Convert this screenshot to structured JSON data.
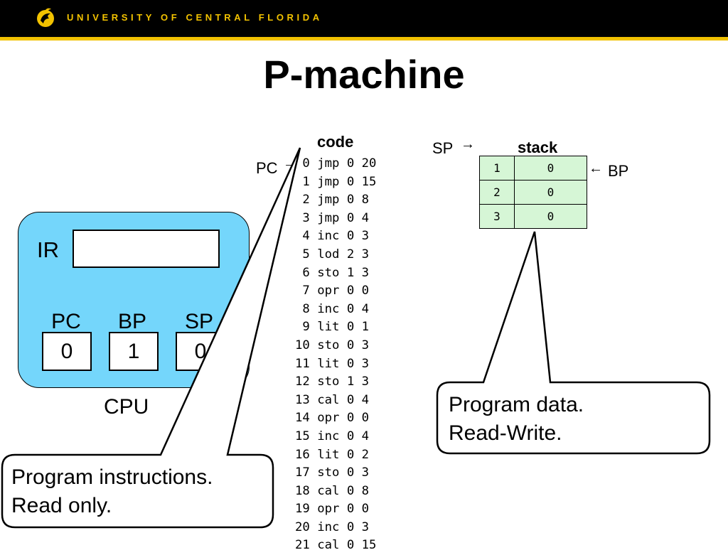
{
  "header": {
    "university_name": "UNIVERSITY OF CENTRAL FLORIDA",
    "colors": {
      "bar": "#000000",
      "accent": "#f2c200"
    },
    "logo_icon": "pegasus-logo-icon"
  },
  "title": "P-machine",
  "cpu": {
    "label": "CPU",
    "ir_label": "IR",
    "ir_value": "",
    "registers": [
      {
        "label": "PC",
        "value": "0"
      },
      {
        "label": "BP",
        "value": "1"
      },
      {
        "label": "SP",
        "value": "0"
      }
    ],
    "color": "#74d6fb"
  },
  "code": {
    "header": "code",
    "pc_label": "PC",
    "arrow": "→",
    "lines": [
      " 0 jmp 0 20",
      " 1 jmp 0 15",
      " 2 jmp 0 8",
      " 3 jmp 0 4",
      " 4 inc 0 3",
      " 5 lod 2 3",
      " 6 sto 1 3",
      " 7 opr 0 0",
      " 8 inc 0 4",
      " 9 lit 0 1",
      "10 sto 0 3",
      "11 lit 0 3",
      "12 sto 1 3",
      "13 cal 0 4",
      "14 opr 0 0",
      "15 inc 0 4",
      "16 lit 0 2",
      "17 sto 0 3",
      "18 cal 0 8",
      "19 opr 0 0",
      "20 inc 0 3",
      "21 cal 0 15"
    ]
  },
  "stack": {
    "header": "stack",
    "sp_label": "SP",
    "bp_label": "BP",
    "sp_arrow": "→",
    "bp_arrow": "←",
    "rows": [
      {
        "index": "1",
        "value": "0"
      },
      {
        "index": "2",
        "value": "0"
      },
      {
        "index": "3",
        "value": "0"
      }
    ],
    "color": "#d6f6d6"
  },
  "callouts": {
    "left": {
      "line1": "Program instructions.",
      "line2": "Read only."
    },
    "right": {
      "line1": "Program data.",
      "line2": "Read-Write."
    }
  }
}
